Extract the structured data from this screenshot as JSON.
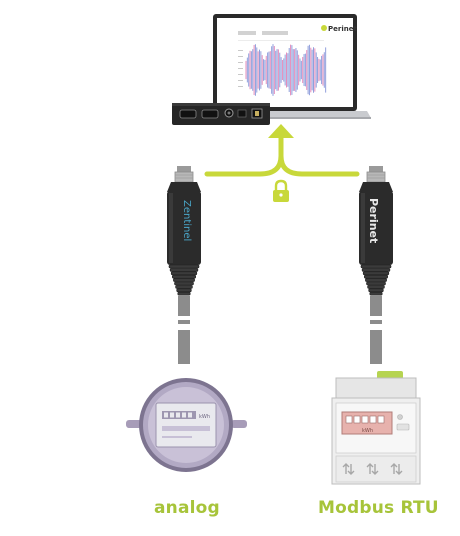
{
  "laptop": {
    "screen_logo": "Perinet"
  },
  "cables": {
    "left_brand": "Zentinel",
    "right_brand": "Perinet"
  },
  "modbus_meter": {
    "label": "kWh"
  },
  "analog_meter": {
    "label": "kWh"
  },
  "captions": {
    "left": "analog",
    "right": "Modbus RTU"
  },
  "colors": {
    "accent": "#c8d83a",
    "caption": "#a7c43a",
    "cable_body": "#2b2b2b",
    "cable_grey": "#8c8c8c",
    "meter_purple": "#7d7490",
    "wave_blue": "#7e8fd6",
    "wave_pink": "#e07ab0"
  },
  "icons": {
    "security": "lock-icon",
    "direction": "arrow-up-icon"
  }
}
